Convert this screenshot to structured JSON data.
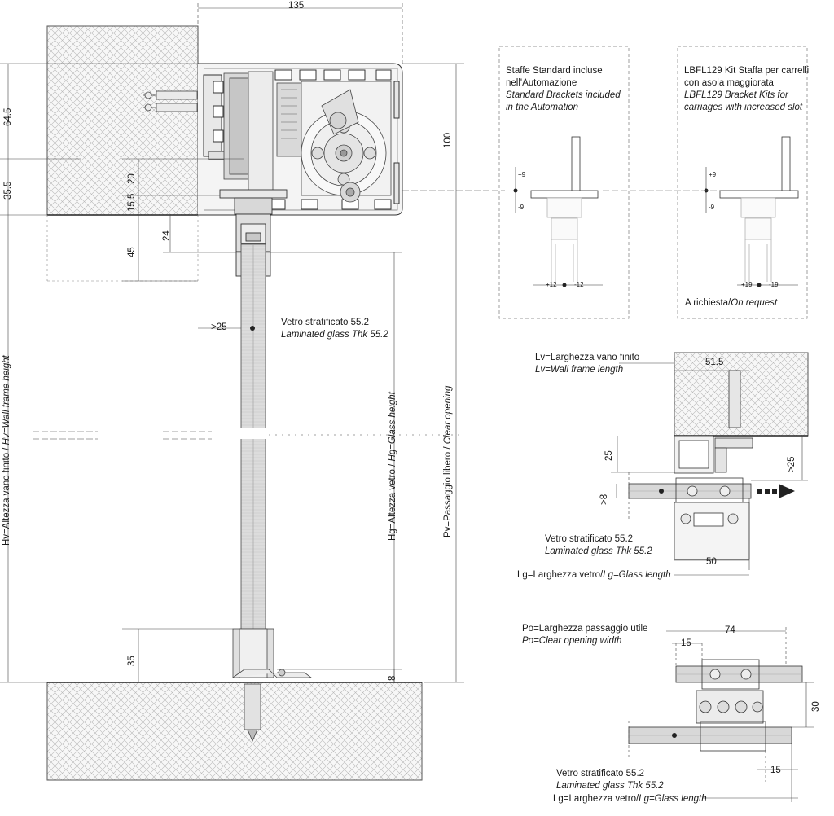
{
  "dims": {
    "d135": "135",
    "d64_5": "64.5",
    "d35_5": "35.5",
    "d20": "20",
    "d15_5": "15.5",
    "d24": "24",
    "d45": "45",
    "d100": "100",
    "d25_left": ">25",
    "d35_bottom": "35",
    "d8_bottom": "8",
    "d51_5": "51.5",
    "d25_plan": "25",
    "d25_plan_right": ">25",
    "d8_plan": ">8",
    "d50": "50",
    "d74": "74",
    "d15_top": "15",
    "d30": "30",
    "d15_bottom": "15"
  },
  "vertical_labels": {
    "hv": "Hv=Altezza vano finito / Hv=Wall frame height",
    "hv_a": "Hv=Altezza vano finito / ",
    "hv_b": "Hv=Wall frame height",
    "hg_a": "Hg=Altezza vetro / ",
    "hg_b": "Hg=Glass height",
    "pv_a": "Pv=Passaggio libero / ",
    "pv_b": "Clear opening"
  },
  "glass_main": {
    "it": "Vetro stratificato 55.2",
    "en": "Laminated glass Thk 55.2"
  },
  "bracket_standard": {
    "line1": "Staffe Standard incluse",
    "line2": "nell'Automazione",
    "line3": "Standard Brackets included",
    "line4": "in the Automation",
    "up": "+9",
    "down": "-9",
    "left": "+12",
    "right": "-12"
  },
  "bracket_kit": {
    "line1": "LBFL129 Kit Staffa per carrelli",
    "line2": "con asola maggiorata",
    "line3": "LBFL129 Bracket Kits for",
    "line4": "carriages with increased slot",
    "up": "+9",
    "down": "-9",
    "left": "+19",
    "right": "-19",
    "note_a": "A richiesta/",
    "note_b": "On request"
  },
  "plan_wall": {
    "lv_it": "Lv=Larghezza vano finito",
    "lv_en": "Lv=Wall frame length",
    "glass_it": "Vetro stratificato 55.2",
    "glass_en": "Laminated glass Thk 55.2",
    "lg_a": "Lg=Larghezza vetro/",
    "lg_b": "Lg=Glass length"
  },
  "plan_double": {
    "po_it": "Po=Larghezza passaggio utile",
    "po_en": "Po=Clear opening width",
    "glass_it": "Vetro stratificato 55.2",
    "glass_en": "Laminated glass Thk 55.2",
    "lg_a": "Lg=Larghezza vetro/",
    "lg_b": "Lg=Glass length"
  }
}
